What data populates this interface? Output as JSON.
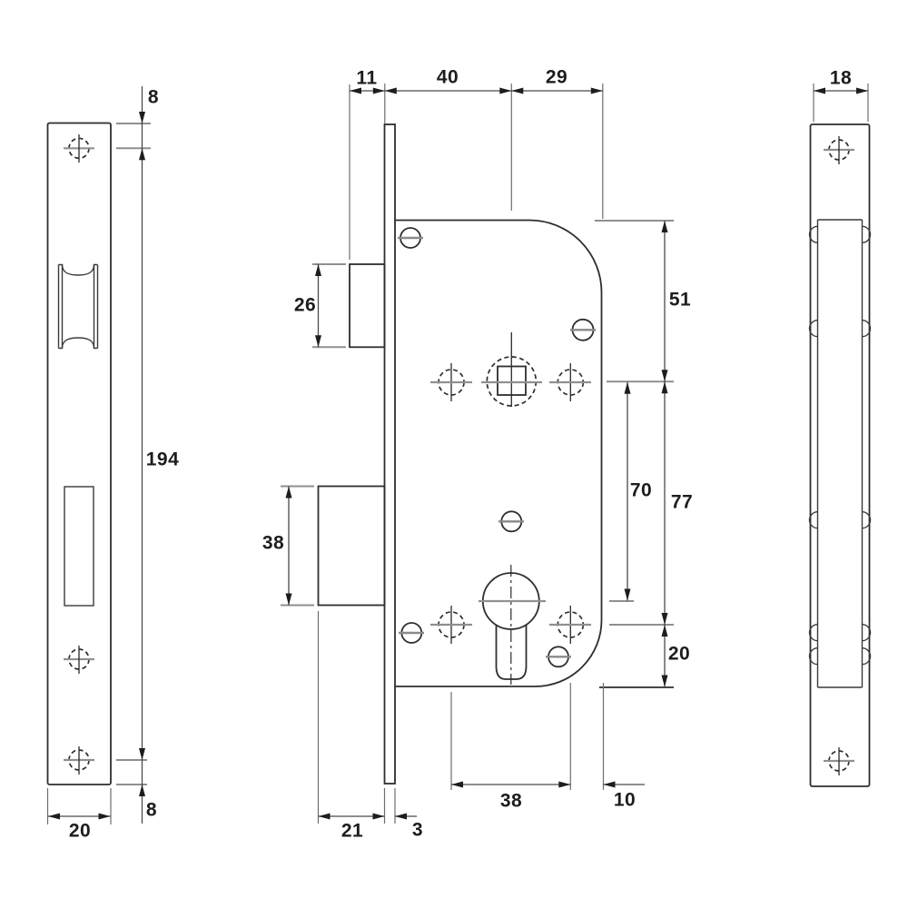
{
  "drawing": {
    "type": "technical-dimension-drawing",
    "subject": "mortise-lock-with-strike-plate",
    "background_color": "#ffffff",
    "line_color": "#2e2e2e",
    "dim_line_color": "#4a4a4a",
    "tick_color": "#8f8f8f",
    "label_color": "#1d1d1d",
    "views": [
      {
        "id": "strike-plate-front-view"
      },
      {
        "id": "lock-case-side-view"
      },
      {
        "id": "lock-edge-view"
      }
    ],
    "dims": {
      "strike_hole_top_offset": "8",
      "strike_hole_spacing": "194",
      "strike_hole_bottom_offset": "8",
      "strike_width": "20",
      "latch_projection": "11",
      "backset": "40",
      "case_depth_behind": "29",
      "latch_height": "26",
      "deadbolt_height": "38",
      "case_top_to_follower": "51",
      "follower_to_cylinder": "70",
      "follower_to_fixing_hole": "77",
      "fixing_hole_to_bottom": "20",
      "fixing_hole_spacing": "38",
      "fixing_hole_to_edge": "10",
      "deadbolt_projection": "21",
      "faceplate_thickness": "3",
      "faceplate_width": "18"
    }
  }
}
